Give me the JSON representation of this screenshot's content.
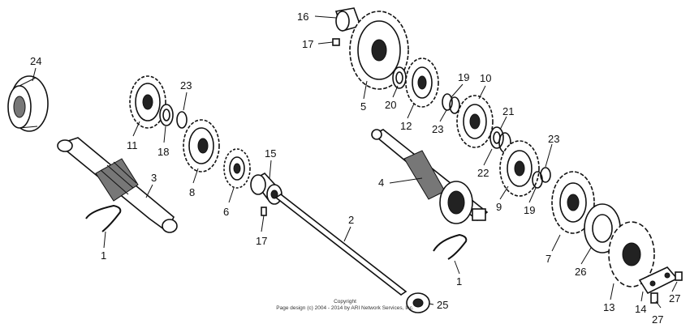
{
  "copyright": {
    "line1": "Copyright",
    "line2": "Page design (c) 2004 - 2014 by ARI Network Services, Inc."
  },
  "callouts": [
    {
      "id": "c24a",
      "text": "24"
    },
    {
      "id": "c23a",
      "text": "23"
    },
    {
      "id": "c11",
      "text": "11"
    },
    {
      "id": "c18",
      "text": "18"
    },
    {
      "id": "c3",
      "text": "3"
    },
    {
      "id": "c8",
      "text": "8"
    },
    {
      "id": "c15",
      "text": "15"
    },
    {
      "id": "c6",
      "text": "6"
    },
    {
      "id": "c17b",
      "text": "17"
    },
    {
      "id": "c1a",
      "text": "1"
    },
    {
      "id": "c2",
      "text": "2"
    },
    {
      "id": "c16",
      "text": "16"
    },
    {
      "id": "c17a",
      "text": "17"
    },
    {
      "id": "c5",
      "text": "5"
    },
    {
      "id": "c20",
      "text": "20"
    },
    {
      "id": "c12",
      "text": "12"
    },
    {
      "id": "c19a",
      "text": "19"
    },
    {
      "id": "c10",
      "text": "10"
    },
    {
      "id": "c23b",
      "text": "23"
    },
    {
      "id": "c21",
      "text": "21"
    },
    {
      "id": "c22",
      "text": "22"
    },
    {
      "id": "c23c",
      "text": "23"
    },
    {
      "id": "c4",
      "text": "4"
    },
    {
      "id": "c9",
      "text": "9"
    },
    {
      "id": "c19b",
      "text": "19"
    },
    {
      "id": "c7",
      "text": "7"
    },
    {
      "id": "c26",
      "text": "26"
    },
    {
      "id": "c1b",
      "text": "1"
    },
    {
      "id": "c13",
      "text": "13"
    },
    {
      "id": "c14",
      "text": "14"
    },
    {
      "id": "c27a",
      "text": "27"
    },
    {
      "id": "c27b",
      "text": "27"
    },
    {
      "id": "c25",
      "text": "25"
    }
  ]
}
